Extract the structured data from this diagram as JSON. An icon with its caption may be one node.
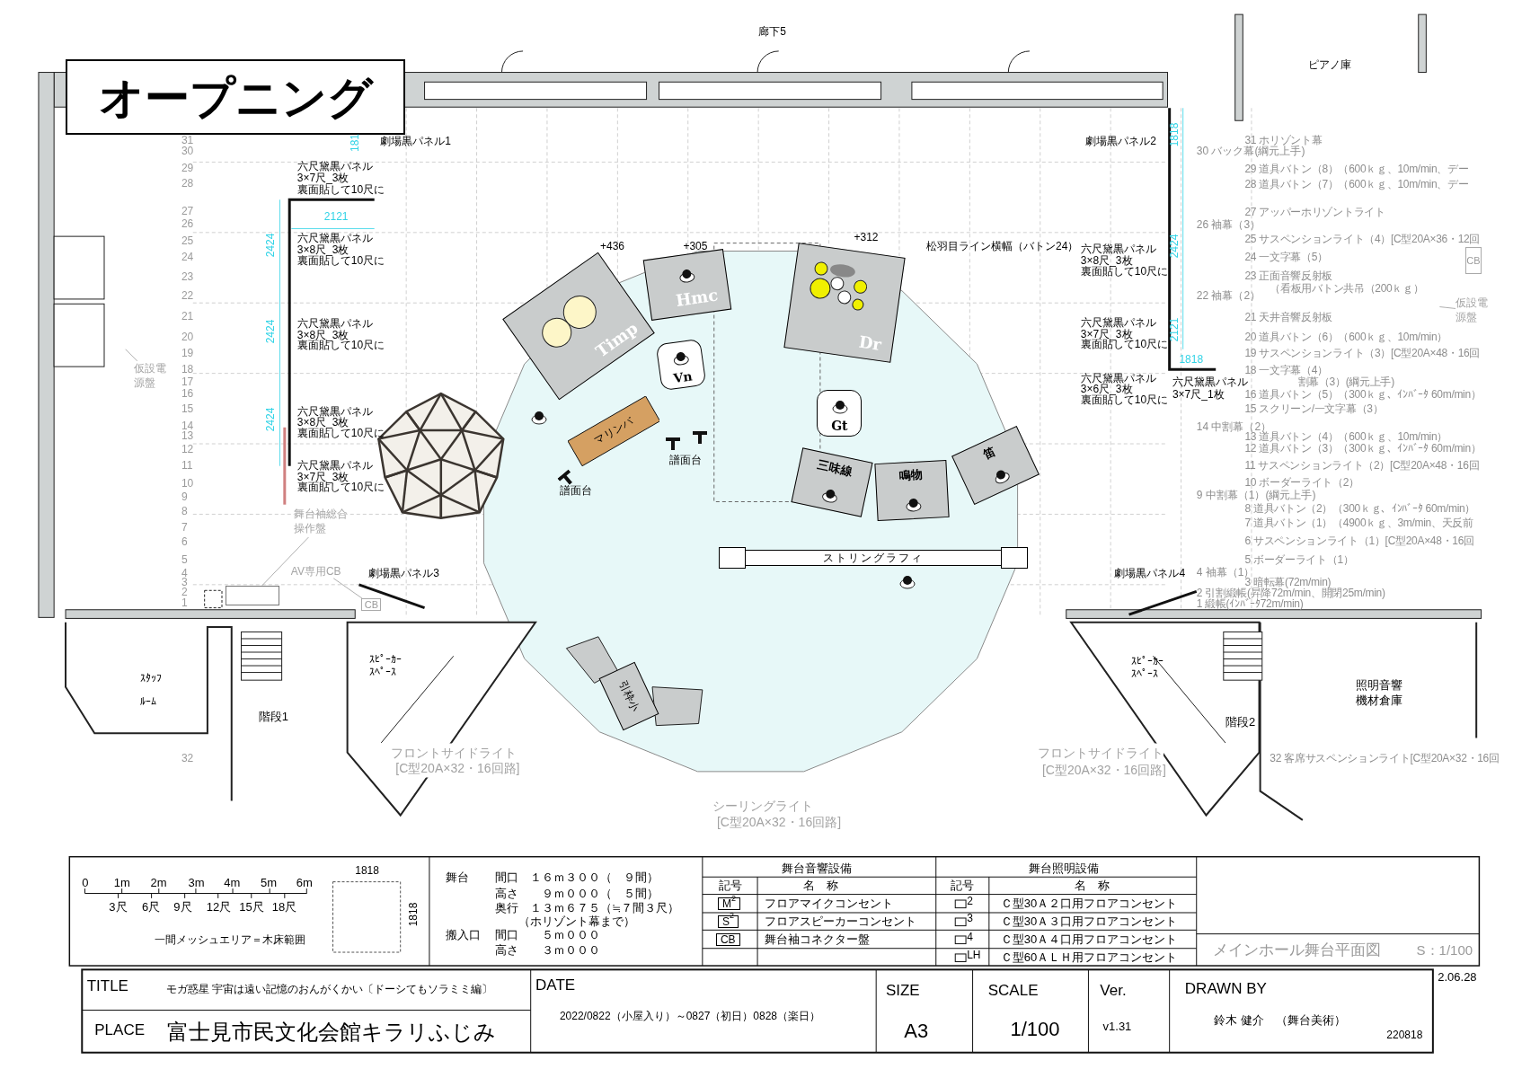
{
  "diagram": {
    "nodes": [
      {
        "text": [
          "オープニング"
        ]
      },
      {
        "text": [
          "Timp"
        ],
        "beside": [
          "+436"
        ]
      },
      {
        "text": [
          "Hmc"
        ],
        "beside": [
          "+305"
        ]
      },
      {
        "text": [
          "Dr"
        ],
        "beside": [
          "+312"
        ]
      },
      {
        "text": [
          "Vn"
        ]
      },
      {
        "text": [
          "Gt"
        ]
      },
      {
        "text": [
          "三味線"
        ]
      },
      {
        "text": [
          "鳴物"
        ]
      },
      {
        "text": [
          "笛"
        ]
      },
      {
        "text": [
          "マリンバ"
        ]
      },
      {
        "text": [
          "ストリングラフィ"
        ]
      },
      {
        "text": [
          "引枠小"
        ]
      },
      {
        "text": [
          "仮設電源盤"
        ]
      },
      {
        "text": [
          "舞台袖総合操作盤"
        ]
      },
      {
        "text": [
          "AV専用CB"
        ]
      },
      {
        "text": [
          "仮設電源盤"
        ]
      },
      {
        "text": [
          "CB"
        ]
      },
      {
        "text": [
          "CB"
        ]
      },
      {
        "text": [],
        "shape": "box"
      }
    ],
    "edges": [
      {
        "from": 12,
        "to": null,
        "arrow": "none"
      },
      {
        "from": 13,
        "to": 18,
        "arrow": "none"
      },
      {
        "from": 14,
        "to": 17,
        "arrow": "none"
      },
      {
        "from": 15,
        "to": null,
        "arrow": "none"
      }
    ],
    "labels": [
      "廊下5",
      "ピアノ庫",
      "31",
      "30",
      "29",
      "28",
      "27",
      "26",
      "25",
      "24",
      "23",
      "22",
      "21",
      "20",
      "19",
      "18",
      "17",
      "16",
      "15",
      "14",
      "13",
      "12",
      "11",
      "10",
      "9",
      "8",
      "7",
      "6",
      "5",
      "4",
      "3",
      "2",
      "1",
      "32",
      "31 ホリゾント幕",
      "30 バック幕(綱元上手)",
      "29 道具バトン（8）（600ｋｇ、10m/min、デー",
      "28 道具バトン（7）（600ｋｇ、10m/min、デー",
      "27 アッパーホリゾントライト",
      "26 袖幕（3）",
      "25 サスペンションライト（4）[C型20A×36・12回",
      "24 一文字幕（5）",
      "23 正面音響反射板",
      "（看板用バトン共吊（200ｋｇ）",
      "22 袖幕（2）",
      "21 天井音響反射板",
      "20 道具バトン（6）（600ｋｇ、10m/min）",
      "19 サスペンションライト（3）[C型20A×48・16回",
      "18 一文字幕（4）",
      "割幕（3）(綱元上手)",
      "16 道具バトン（5）（300ｋｇ、ｲﾝﾊﾞｰﾀ 60m/min）",
      "15 スクリーン/一文字幕（3）",
      "14 中割幕（2）",
      "13 道具バトン（4）（600ｋｇ、10m/min）",
      "12 道具バトン（3）（300ｋｇ、ｲﾝﾊﾞｰﾀ 60m/min）",
      "11 サスペンションライト（2）[C型20A×48・16回",
      "10 ボーダーライト（2）",
      "9 中割幕（1）(綱元上手)",
      "8 道具バトン（2）（300ｋｇ、ｲﾝﾊﾞｰﾀ 60m/min）",
      "7 道具バトン（1）（4900ｋｇ、3m/min、天反前",
      "6 サスペンションライト（1）[C型20A×48・16回",
      "5 ボーダーライト（1）",
      "4 袖幕（1）",
      "3 暗転幕(72m/min)",
      "2 引割緞帳(昇降72m/min、開閉25m/min)",
      "1 緞帳(ｲﾝﾊﾞｰﾀ72m/min)",
      "32 客席サスペンションライト[C型20A×32・16回",
      "劇場黒パネル1",
      "六尺黛黒パネル",
      "3×7尺_3枚",
      "裏面貼して10尺に",
      "六尺黛黒パネル",
      "3×8尺_3枚",
      "裏面貼して10尺に",
      "六尺黛黒パネル",
      "3×8尺_3枚",
      "裏面貼して10尺に",
      "六尺黛黒パネル",
      "3×8尺_3枚",
      "裏面貼して10尺に",
      "六尺黛黒パネル",
      "3×7尺_3枚",
      "裏面貼して10尺に",
      "劇場黒パネル3",
      "劇場黒パネル2",
      "松羽目ライン横幅（バトン24）",
      "六尺黛黒パネル",
      "3×8尺_3枚",
      "裏面貼して10尺に",
      "六尺黛黒パネル",
      "3×7尺_3枚",
      "裏面貼して10尺に",
      "六尺黛黒パネル",
      "3×6尺_3枚",
      "裏面貼して10尺に",
      "六尺黛黒パネル",
      "3×7尺_1枚",
      "劇場黒パネル4",
      "181",
      "2121",
      "2424",
      "2424",
      "2424",
      "1818",
      "2424",
      "2121",
      "1818",
      "譜面台",
      "譜面台",
      "ｽﾀｯﾌﾙｰﾑ",
      "ｽﾋﾟｰｶｰｽﾍﾟｰｽ",
      "ｽﾋﾟｰｶｰｽﾍﾟｰｽ",
      "階段1",
      "階段2",
      "照明音響機材倉庫",
      "フロントサイドライト",
      "[C型20A×32・16回路]",
      "フロントサイドライト",
      "[C型20A×32・16回路]",
      "シーリングライト",
      "[C型20A×32・16回路]",
      "0",
      "1m",
      "2m",
      "3m",
      "4m",
      "5m",
      "6m",
      "3尺",
      "6尺",
      "9尺",
      "12尺",
      "15尺",
      "18尺",
      "一間メッシュエリア＝木床範囲",
      "1818",
      "1818",
      "舞台",
      "間口　１６ｍ３００（　９間）",
      "高さ　　９ｍ０００（　５間）",
      "奥行　１３ｍ６７５（≒７間３尺）",
      "（ホリゾント幕まで）",
      "搬入口",
      "間口　　５ｍ０００",
      "高さ　　３ｍ０００",
      "舞台音響設備",
      "記号",
      "名　称",
      "M$^{2}$",
      "フロアマイクコンセント",
      "S$^{2}$",
      "フロアスピーカーコンセント",
      "CB",
      "舞台袖コネクター盤",
      "舞台照明設備",
      "記号",
      "名　称",
      "2",
      "Ｃ型30Ａ２口用フロアコンセント",
      "3",
      "Ｃ型30Ａ３口用フロアコンセント",
      "4",
      "Ｃ型30Ａ４口用フロアコンセント",
      "LH",
      "Ｃ型60ＡＬＨ用フロアコンセント",
      "メインホール舞台平面図",
      "S：1/100",
      "2.06.28",
      "TITLE",
      "モガ惑星 宇宙は遠い記憶のおんがくかい〔ドーシてもソラミミ編〕",
      "PLACE",
      "富士見市民文化会館キラリふじみ",
      "DATE",
      "2022/0822（小屋入り）～0827（初日）0828（楽日）",
      "SIZE",
      "A3",
      "SCALE",
      "1/100",
      "Ver.",
      "v1.31",
      "DRAWN BY",
      "鈴木 健介　（舞台美術）",
      "220818"
    ]
  }
}
